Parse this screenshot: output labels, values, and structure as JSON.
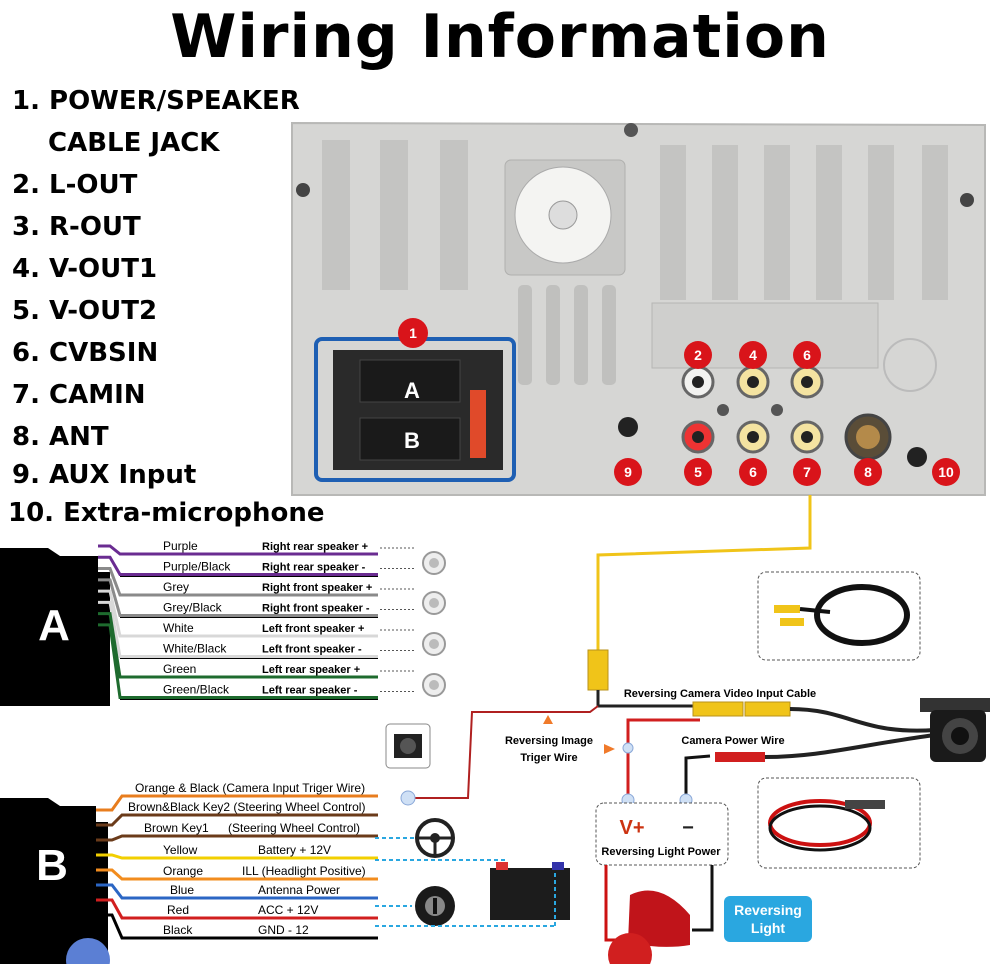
{
  "title": "Wiring Information",
  "legend": [
    "1. POWER/SPEAKER",
    "CABLE JACK",
    "2. L-OUT",
    "3. R-OUT",
    "4. V-OUT1",
    "5. V-OUT2",
    "6. CVBSIN",
    "7. CAMIN",
    "8. ANT",
    "9. AUX Input",
    "10. Extra-microphone"
  ],
  "plug": {
    "a": "A",
    "b": "B",
    "badge": "1"
  },
  "rca_numbers": [
    "2",
    "4",
    "6",
    "9",
    "5",
    "6",
    "7",
    "8",
    "10"
  ],
  "harness_a": {
    "label": "A",
    "wires": [
      {
        "color": "Purple",
        "function": "Right rear speaker +",
        "hex": "#6a2c91"
      },
      {
        "color": "Purple/Black",
        "function": "Right rear speaker -",
        "hex": "#6a2c91"
      },
      {
        "color": "Grey",
        "function": "Right front speaker +",
        "hex": "#8a8a8a"
      },
      {
        "color": "Grey/Black",
        "function": "Right  front speaker -",
        "hex": "#8a8a8a"
      },
      {
        "color": "White",
        "function": "Left front speaker +",
        "hex": "#d8d8d8"
      },
      {
        "color": "White/Black",
        "function": "Left front speaker -",
        "hex": "#d8d8d8"
      },
      {
        "color": "Green",
        "function": "Left rear speaker +",
        "hex": "#1e6b2e"
      },
      {
        "color": "Green/Black",
        "function": "Left rear speaker -",
        "hex": "#1e6b2e"
      }
    ]
  },
  "harness_b": {
    "label": "B",
    "wires": [
      {
        "color": "Orange & Black (Camera Input Triger Wire)",
        "function": "",
        "hex": "#e87d1e"
      },
      {
        "color": "Brown&Black  Key2 (Steering Wheel Control)",
        "function": "",
        "hex": "#6b3b1a"
      },
      {
        "color": "Brown   Key1",
        "function": "(Steering Wheel Control)",
        "hex": "#6b3b1a"
      },
      {
        "color": "Yellow",
        "function": "Battery + 12V",
        "hex": "#f2cf00"
      },
      {
        "color": "Orange",
        "function": "ILL (Headlight Positive)",
        "hex": "#f28c1e"
      },
      {
        "color": "Blue",
        "function": "Antenna Power",
        "hex": "#2b66c4"
      },
      {
        "color": "Red",
        "function": "ACC + 12V",
        "hex": "#d11f1f"
      },
      {
        "color": "Black",
        "function": "GND - 12",
        "hex": "#000000"
      }
    ]
  },
  "camera": {
    "video_cable": "Reversing Camera Video Input Cable",
    "power_wire": "Camera Power Wire",
    "trigger_line1": "Reversing Image",
    "trigger_line2": "Triger Wire",
    "light_power": "Reversing Light Power",
    "v_plus": "V+",
    "v_minus": "−",
    "reversing_line1": "Reversing",
    "reversing_line2": "Light"
  },
  "colors": {
    "badge_red": "#d9141a",
    "highlight_blue": "#1e5fb3",
    "video_yellow": "#f0c419",
    "reversing_badge": "#2aa7e0"
  }
}
